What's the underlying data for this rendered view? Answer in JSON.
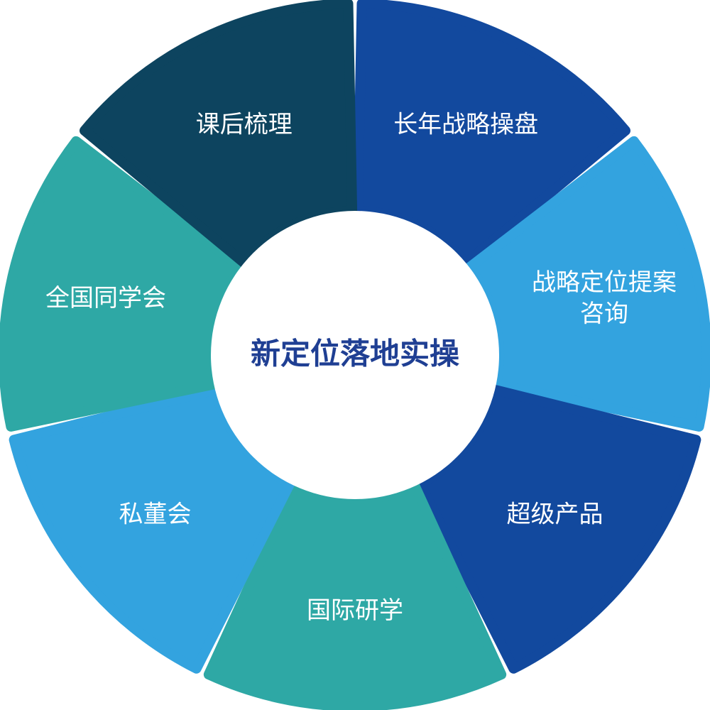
{
  "center": {
    "title": "新定位落地实操",
    "color": "#1f3f93"
  },
  "segments": [
    {
      "label_lines": [
        "长年战略操盘"
      ],
      "color": "#12499e"
    },
    {
      "label_lines": [
        "战略定位提案",
        "咨询"
      ],
      "color": "#33a3df"
    },
    {
      "label_lines": [
        "超级产品"
      ],
      "color": "#12499e"
    },
    {
      "label_lines": [
        "国际研学"
      ],
      "color": "#2ea8a5"
    },
    {
      "label_lines": [
        "私董会"
      ],
      "color": "#33a3df"
    },
    {
      "label_lines": [
        "全国同学会"
      ],
      "color": "#2ea8a5"
    },
    {
      "label_lines": [
        "课后梳理"
      ],
      "color": "#0d445f"
    }
  ]
}
